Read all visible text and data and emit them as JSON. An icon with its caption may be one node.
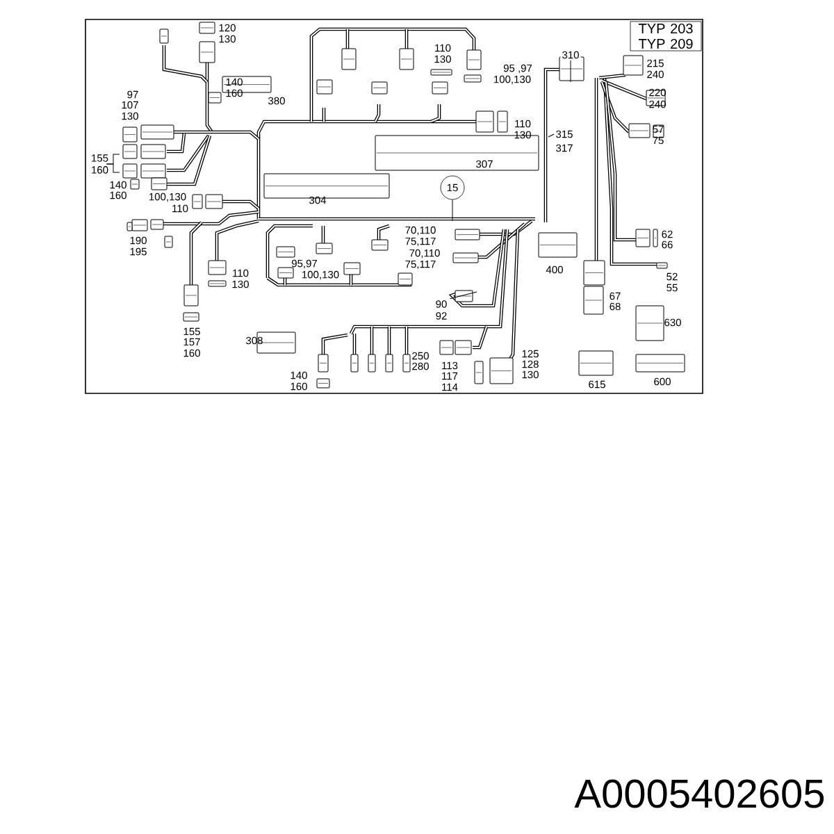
{
  "diagram": {
    "caption": "A0005402605",
    "nodes": [
      {
        "text": [
          "TYP 203 TYP 209"
        ]
      },
      {
        "text": [
          "15"
        ]
      },
      {
        "text": [
          "310"
        ]
      },
      {
        "text": [
          "315"
        ]
      },
      {
        "text": [
          "90 92"
        ]
      },
      {
        "text": [
          "155 160"
        ]
      }
    ],
    "edges": [
      {
        "from": 1,
        "to": null,
        "arrow": "none"
      },
      {
        "from": 2,
        "to": null,
        "arrow": "none"
      },
      {
        "from": 3,
        "to": null,
        "arrow": "none"
      },
      {
        "from": 4,
        "to": null,
        "arrow": "none"
      },
      {
        "from": 5,
        "to": null,
        "arrow": "none"
      },
      {
        "from": 5,
        "to": null,
        "arrow": "none"
      }
    ],
    "labels": [
      "120",
      "130",
      "140",
      "160",
      "380",
      "97",
      "107",
      "130",
      "110",
      "130",
      "95 ,97",
      "100,130",
      "215",
      "240",
      "220",
      "240",
      "110",
      "130",
      "317",
      "57",
      "75",
      "140",
      "160",
      "307",
      "100,130",
      "110",
      "304",
      "190",
      "195",
      "70,110",
      "75,117",
      "70,110",
      "75,117",
      "62",
      "66",
      "95,97",
      "100,130",
      "110",
      "130",
      "400",
      "52",
      "55",
      "67",
      "68",
      "630",
      "155",
      "157",
      "160",
      "308",
      "250",
      "280",
      "113",
      "117",
      "114",
      "125",
      "128",
      "130",
      "140",
      "160",
      "615",
      "600"
    ]
  }
}
